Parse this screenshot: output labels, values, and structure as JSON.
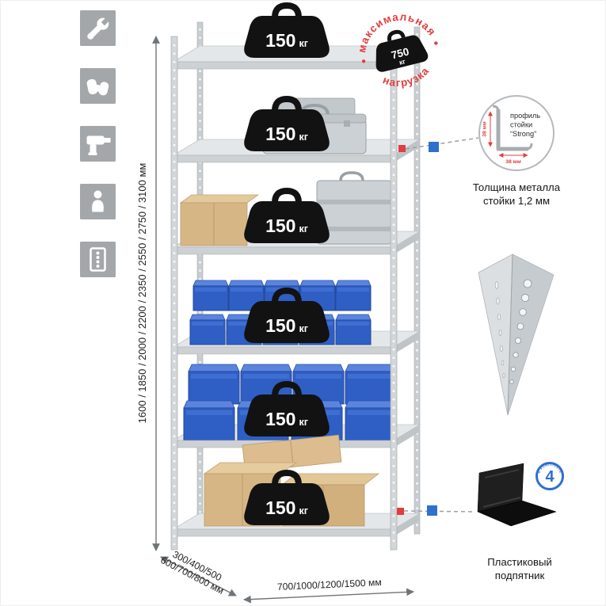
{
  "sidebar": {
    "icons": [
      "wrench-icon",
      "gloves-icon",
      "drill-icon",
      "person-icon",
      "rack-post-icon"
    ]
  },
  "dimensions": {
    "height": "1600 / 1850 / 2000 / 2200 / 2350 / 2550 / 2750 / 3100 мм",
    "depth_line1": "300/400/500",
    "depth_line2": "600/700/800 мм",
    "width": "700/1000/1200/1500 мм"
  },
  "shelves": [
    {
      "load_value": "150",
      "load_unit": "кг"
    },
    {
      "load_value": "150",
      "load_unit": "кг"
    },
    {
      "load_value": "150",
      "load_unit": "кг"
    },
    {
      "load_value": "150",
      "load_unit": "кг"
    },
    {
      "load_value": "150",
      "load_unit": "кг"
    },
    {
      "load_value": "150",
      "load_unit": "кг"
    }
  ],
  "max_load_stamp": {
    "arc_top": "максимальная",
    "arc_bottom": "нагрузка",
    "value": "750",
    "unit": "кг"
  },
  "profile_callout": {
    "label_line1": "профиль",
    "label_line2": "стойки",
    "label_line3": "“Strong”",
    "dim_vertical": "38 мм",
    "dim_horizontal": "38 мм",
    "caption_line1": "Толщина металла",
    "caption_line2": "стойки 1,2 мм"
  },
  "foot_callout": {
    "badge_value": "4",
    "badge_text": "в комплекте",
    "caption_line1": "Пластиковый",
    "caption_line2": "подпятник"
  },
  "colors": {
    "accent_red": "#e23d3d",
    "accent_blue": "#2f6fd0",
    "metal_grey": "#ccd1d5",
    "bin_blue": "#2f5fc4"
  }
}
